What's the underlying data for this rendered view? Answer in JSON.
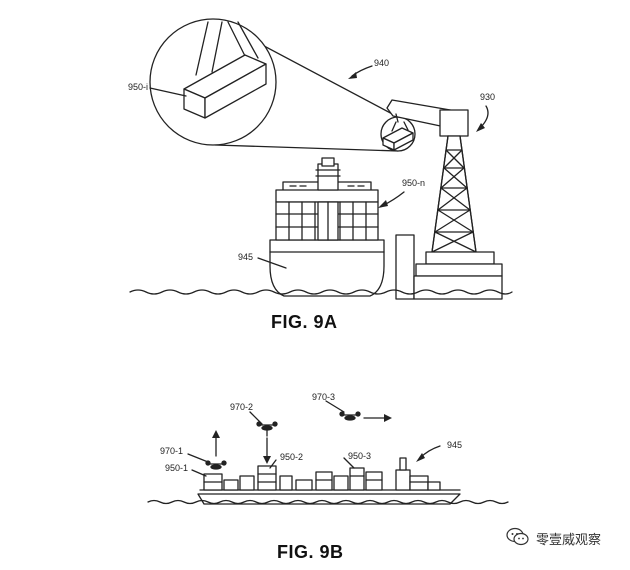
{
  "figure_a": {
    "title": "FIG. 9A",
    "labels": {
      "crane": "930",
      "zoom": "940",
      "ship": "945",
      "container_n": "950-n",
      "container_i": "950-i"
    }
  },
  "figure_b": {
    "title": "FIG. 9B",
    "labels": {
      "ship": "945",
      "drone_1": "970-1",
      "drone_2": "970-2",
      "drone_3": "970-3",
      "container_1": "950-1",
      "container_2": "950-2",
      "container_3": "950-3"
    }
  },
  "watermark": {
    "text": "零壹威观察",
    "icon": "wechat-icon"
  }
}
